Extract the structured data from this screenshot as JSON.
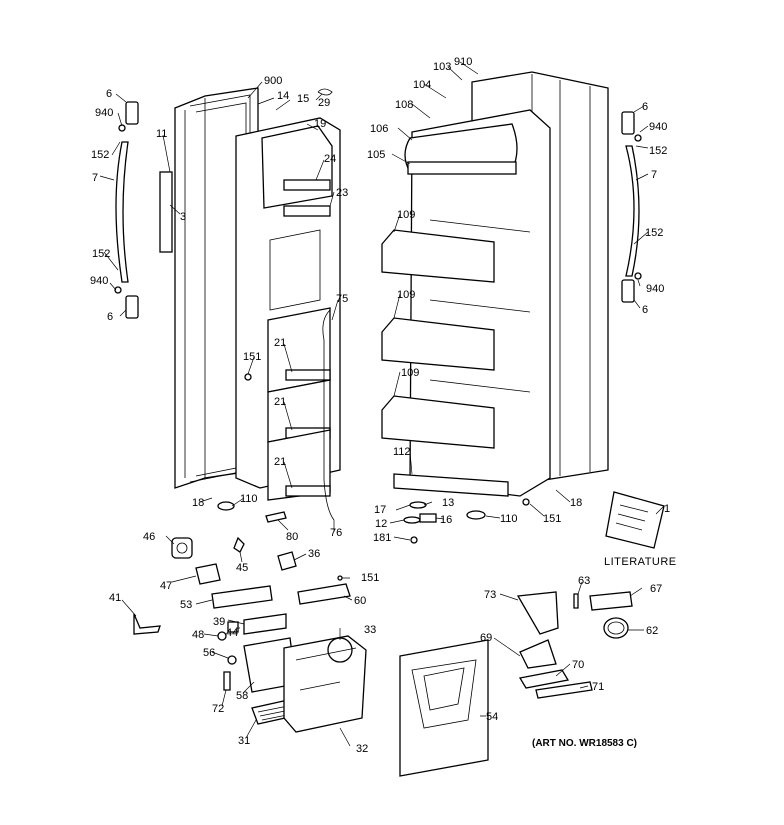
{
  "labels": [
    {
      "text": "6"
    },
    {
      "text": "940"
    },
    {
      "text": "152"
    },
    {
      "text": "7"
    },
    {
      "text": "152"
    },
    {
      "text": "940"
    },
    {
      "text": "6"
    },
    {
      "text": "11"
    },
    {
      "text": "3"
    },
    {
      "text": "900"
    },
    {
      "text": "14"
    },
    {
      "text": "15"
    },
    {
      "text": "29"
    },
    {
      "text": "19"
    },
    {
      "text": "24"
    },
    {
      "text": "23"
    },
    {
      "text": "75"
    },
    {
      "text": "151"
    },
    {
      "text": "21"
    },
    {
      "text": "21"
    },
    {
      "text": "21"
    },
    {
      "text": "18"
    },
    {
      "text": "110"
    },
    {
      "text": "80"
    },
    {
      "text": "76"
    },
    {
      "text": "103"
    },
    {
      "text": "910"
    },
    {
      "text": "104"
    },
    {
      "text": "108"
    },
    {
      "text": "106"
    },
    {
      "text": "105"
    },
    {
      "text": "109"
    },
    {
      "text": "109"
    },
    {
      "text": "109"
    },
    {
      "text": "112"
    },
    {
      "text": "17"
    },
    {
      "text": "13"
    },
    {
      "text": "12"
    },
    {
      "text": "16"
    },
    {
      "text": "181"
    },
    {
      "text": "110"
    },
    {
      "text": "151"
    },
    {
      "text": "18"
    },
    {
      "text": "6"
    },
    {
      "text": "940"
    },
    {
      "text": "152"
    },
    {
      "text": "7"
    },
    {
      "text": "152"
    },
    {
      "text": "940"
    },
    {
      "text": "6"
    },
    {
      "text": "1"
    },
    {
      "text": "46"
    },
    {
      "text": "45"
    },
    {
      "text": "36"
    },
    {
      "text": "47"
    },
    {
      "text": "151"
    },
    {
      "text": "41"
    },
    {
      "text": "53"
    },
    {
      "text": "60"
    },
    {
      "text": "39"
    },
    {
      "text": "44"
    },
    {
      "text": "48"
    },
    {
      "text": "33"
    },
    {
      "text": "56"
    },
    {
      "text": "58"
    },
    {
      "text": "72"
    },
    {
      "text": "31"
    },
    {
      "text": "32"
    },
    {
      "text": "54"
    },
    {
      "text": "73"
    },
    {
      "text": "63"
    },
    {
      "text": "67"
    },
    {
      "text": "62"
    },
    {
      "text": "69"
    },
    {
      "text": "70"
    },
    {
      "text": "71"
    }
  ],
  "literature_label": "LITERATURE",
  "art_number": "(ART NO. WR18583 C)"
}
